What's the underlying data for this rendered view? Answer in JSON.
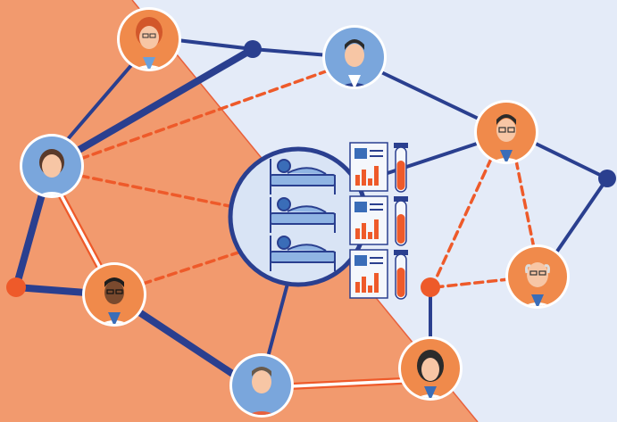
{
  "colors": {
    "background": "#e4ebf8",
    "orange_region": "#f29a6e",
    "orange_region_edge": "#e8603c",
    "navy": "#2a3f8f",
    "orange_link": "#ee5a2a",
    "orange_avatar_bg": "#f08a4b",
    "blue_avatar_bg": "#7aa6dc",
    "white": "#ffffff"
  },
  "nodes": [
    {
      "id": "doctor-female-redhead",
      "kind": "avatar",
      "bg": "orange",
      "label_icon": "female-doctor-icon"
    },
    {
      "id": "person-male-suit",
      "kind": "avatar",
      "bg": "blue",
      "label_icon": "male-businessman-icon"
    },
    {
      "id": "doctor-male-glasses",
      "kind": "avatar",
      "bg": "orange",
      "label_icon": "male-doctor-glasses-icon"
    },
    {
      "id": "nurse-female",
      "kind": "avatar",
      "bg": "blue",
      "label_icon": "female-nurse-icon"
    },
    {
      "id": "doctor-male-dark",
      "kind": "avatar",
      "bg": "orange",
      "label_icon": "male-doctor-icon"
    },
    {
      "id": "patient-male-scarf",
      "kind": "avatar",
      "bg": "blue",
      "label_icon": "male-patient-icon"
    },
    {
      "id": "doctor-female-dark-hair",
      "kind": "avatar",
      "bg": "orange",
      "label_icon": "female-doctor-icon"
    },
    {
      "id": "doctor-elderly-male",
      "kind": "avatar",
      "bg": "orange",
      "label_icon": "elderly-male-doctor-icon"
    },
    {
      "id": "hub-patients",
      "kind": "hub",
      "label_icon": "hospital-beds-icon"
    }
  ],
  "data_panel": {
    "records": 3,
    "record_icon": "medical-chart-icon",
    "sample_icon": "blood-sample-tube-icon"
  },
  "junctions": [
    {
      "id": "junction-top",
      "color": "navy"
    },
    {
      "id": "junction-right",
      "color": "navy"
    },
    {
      "id": "junction-left",
      "color": "orange"
    },
    {
      "id": "junction-bottom-right",
      "color": "orange"
    }
  ],
  "links": [
    {
      "from": "doctor-female-redhead",
      "to": "junction-top",
      "style": "solid-navy"
    },
    {
      "from": "junction-top",
      "to": "person-male-suit",
      "style": "solid-navy"
    },
    {
      "from": "person-male-suit",
      "to": "doctor-male-glasses",
      "style": "solid-navy"
    },
    {
      "from": "doctor-male-glasses",
      "to": "junction-right",
      "style": "solid-navy"
    },
    {
      "from": "junction-right",
      "to": "doctor-elderly-male",
      "style": "solid-navy"
    },
    {
      "from": "nurse-female",
      "to": "junction-top",
      "style": "thick-navy"
    },
    {
      "from": "nurse-female",
      "to": "doctor-female-redhead",
      "style": "solid-navy"
    },
    {
      "from": "nurse-female",
      "to": "junction-left",
      "style": "thick-navy"
    },
    {
      "from": "junction-left",
      "to": "doctor-male-dark",
      "style": "thick-navy"
    },
    {
      "from": "doctor-male-dark",
      "to": "patient-male-scarf",
      "style": "thick-navy"
    },
    {
      "from": "nurse-female",
      "to": "doctor-male-dark",
      "style": "double-white"
    },
    {
      "from": "patient-male-scarf",
      "to": "doctor-female-dark-hair",
      "style": "double-white"
    },
    {
      "from": "hub-patients",
      "to": "patient-male-scarf",
      "style": "solid-navy"
    },
    {
      "from": "hub-patients",
      "to": "doctor-male-glasses",
      "style": "solid-navy"
    },
    {
      "from": "nurse-female",
      "to": "person-male-suit",
      "style": "dashed-orange"
    },
    {
      "from": "nurse-female",
      "to": "hub-patients",
      "style": "dashed-orange"
    },
    {
      "from": "doctor-male-dark",
      "to": "hub-patients",
      "style": "dashed-orange"
    },
    {
      "from": "doctor-male-glasses",
      "to": "junction-bottom-right",
      "style": "dashed-orange"
    },
    {
      "from": "doctor-male-glasses",
      "to": "doctor-elderly-male",
      "style": "dashed-orange"
    },
    {
      "from": "junction-bottom-right",
      "to": "doctor-elderly-male",
      "style": "dashed-orange"
    },
    {
      "from": "junction-bottom-right",
      "to": "doctor-female-dark-hair",
      "style": "solid-navy"
    }
  ]
}
